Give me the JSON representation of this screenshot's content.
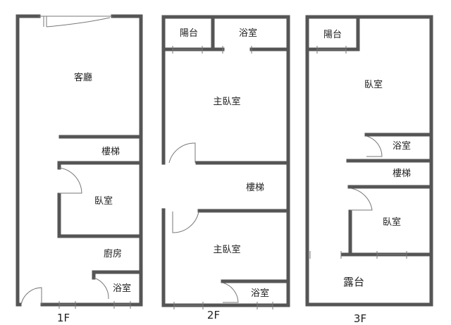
{
  "floors": [
    {
      "name": "1F",
      "rooms": [
        "客廳",
        "樓梯",
        "臥室",
        "廚房",
        "浴室"
      ]
    },
    {
      "name": "2F",
      "rooms": [
        "陽台",
        "浴室",
        "主臥室",
        "樓梯",
        "主臥室",
        "浴室"
      ]
    },
    {
      "name": "3F",
      "rooms": [
        "陽台",
        "臥室",
        "浴室",
        "樓梯",
        "臥室",
        "露台"
      ]
    }
  ],
  "colors": {
    "wall": "#555555"
  }
}
